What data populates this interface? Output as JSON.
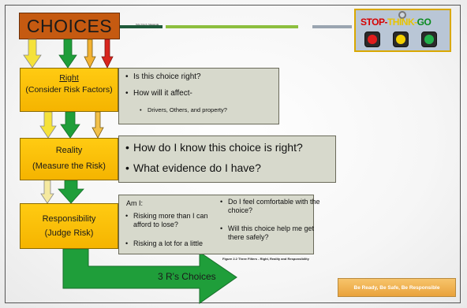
{
  "header": {
    "title": "CHOICES",
    "tiny_bar_text": "Toby Finch, Mawanda"
  },
  "stop_think_go": {
    "stop": "STOP-",
    "think": "THINK-",
    "go": "GO",
    "colors": {
      "red": "#e11c1c",
      "yellow": "#f4d000",
      "green": "#22b14c"
    }
  },
  "filters": [
    {
      "title": "Right",
      "subtitle": "(Consider Risk Factors)"
    },
    {
      "title": "Reality",
      "subtitle": "(Measure the Risk)"
    },
    {
      "title": "Responsibility",
      "subtitle": "(Judge Risk)"
    }
  ],
  "right_panel": {
    "q1": "Is this choice right?",
    "q2": "How will it affect-",
    "sub": "Drivers, Others, and property?"
  },
  "reality_panel": {
    "q1": "How do I know this choice is right?",
    "q2": "What evidence do I have?"
  },
  "responsibility_panel": {
    "heading": "Am I:",
    "left": [
      "Risking more than I can afford to lose?",
      "Risking a lot for a little"
    ],
    "right": [
      "Do I feel comfortable with the choice?",
      "Will this choice help me get there safely?"
    ]
  },
  "caption": "Figure 2.2 Three Filters - Right, Reality and Responsibility",
  "big_arrow_label": "3 R's Choices",
  "footer": "Be Ready, Be Safe, Be Responsible",
  "colors": {
    "accent_orange": "#c55a11",
    "gold": "#f5b400",
    "panel_bg": "#d7d9cc",
    "arrow_green": "#1f9e3a"
  }
}
